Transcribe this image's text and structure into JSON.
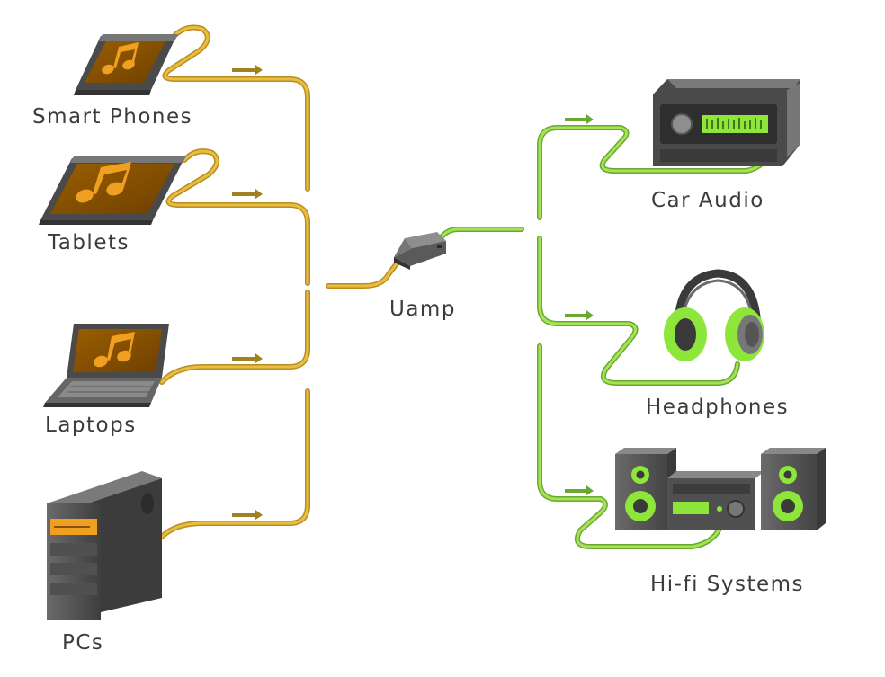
{
  "labels": {
    "smart_phones": "Smart Phones",
    "tablets": "Tablets",
    "laptops": "Laptops",
    "pcs": "PCs",
    "uamp": "Uamp",
    "car_audio": "Car Audio",
    "headphones": "Headphones",
    "hifi_systems": "Hi-fi Systems"
  },
  "colors": {
    "source_cable": "#e2b53c",
    "output_cable": "#9de04a",
    "device_gray": "#5f5f5f",
    "screen_brown": "#8a5200",
    "music_note": "#f0a020",
    "accent_green": "#8ee63a"
  },
  "icons": {
    "source": [
      "smartphone-icon",
      "tablet-icon",
      "laptop-icon",
      "desktop-pc-icon"
    ],
    "hub": "usb-amp-dongle-icon",
    "output": [
      "car-stereo-icon",
      "headphones-icon",
      "hifi-system-icon"
    ],
    "flow": "arrow-right-icon"
  }
}
